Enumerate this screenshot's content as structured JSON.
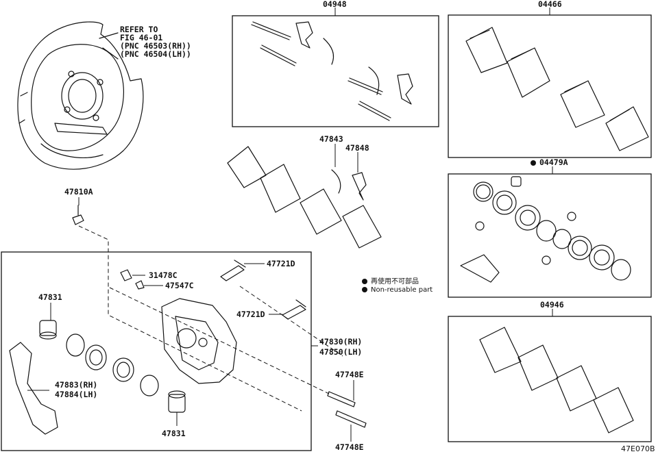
{
  "refer_note": [
    "REFER TO",
    "FIG 46-01",
    "(PNC 46503(RH))",
    "(PNC 46504(LH))"
  ],
  "parts": {
    "p04948": "04948",
    "p04466": "04466",
    "p04479a": "04479A",
    "p04946": "04946",
    "p47810a": "47810A",
    "p47843": "47843",
    "p47848": "47848",
    "p31478c": "31478C",
    "p47547c": "47547C",
    "p47721d_top": "47721D",
    "p47721d_mid": "47721D",
    "p47831_top": "47831",
    "p47831_bot": "47831",
    "p47830": "47830(RH)",
    "p47850": "47850(LH)",
    "p47883": "47883(RH)",
    "p47884": "47884(LH)",
    "p47748e_top": "47748E",
    "p47748e_bot": "47748E"
  },
  "legend": {
    "reuse_jp": "再使用不可部品",
    "reuse_en": "Non-reusable part"
  },
  "figure_code": "47E070B",
  "colors": {
    "line": "#111111",
    "background": "#ffffff"
  },
  "icons": [
    "bullet-dot-icon"
  ]
}
